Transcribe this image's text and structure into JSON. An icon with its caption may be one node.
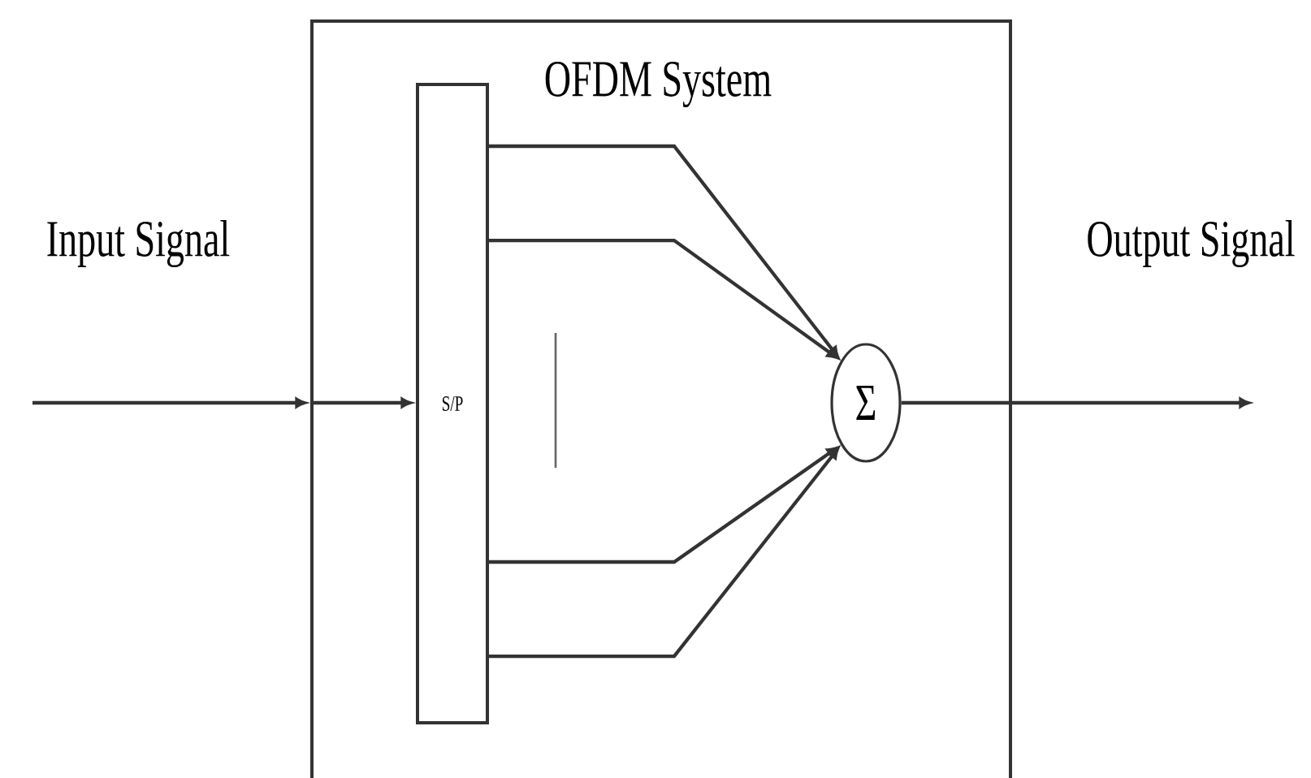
{
  "diagram": {
    "nodes": [
      {
        "text": [
          "OFDM System"
        ]
      },
      {
        "text": [
          "S/P"
        ],
        "in": 0
      },
      {
        "text": [
          "Σ"
        ],
        "in": 0
      }
    ],
    "edges": [
      {
        "from": null,
        "to": 0,
        "arrow": "to"
      },
      {
        "from": 0,
        "to": 1,
        "arrow": "to"
      },
      {
        "from": 1,
        "to": 2,
        "arrow": "to"
      },
      {
        "from": 1,
        "to": 2,
        "arrow": "to"
      },
      {
        "from": 1,
        "to": 2,
        "arrow": "to"
      },
      {
        "from": 1,
        "to": 2,
        "arrow": "to"
      },
      {
        "from": 2,
        "to": 0,
        "arrow": "none"
      },
      {
        "from": 0,
        "to": null,
        "arrow": "to"
      }
    ],
    "labels": [
      "Input Signal",
      "Output Signal"
    ]
  }
}
